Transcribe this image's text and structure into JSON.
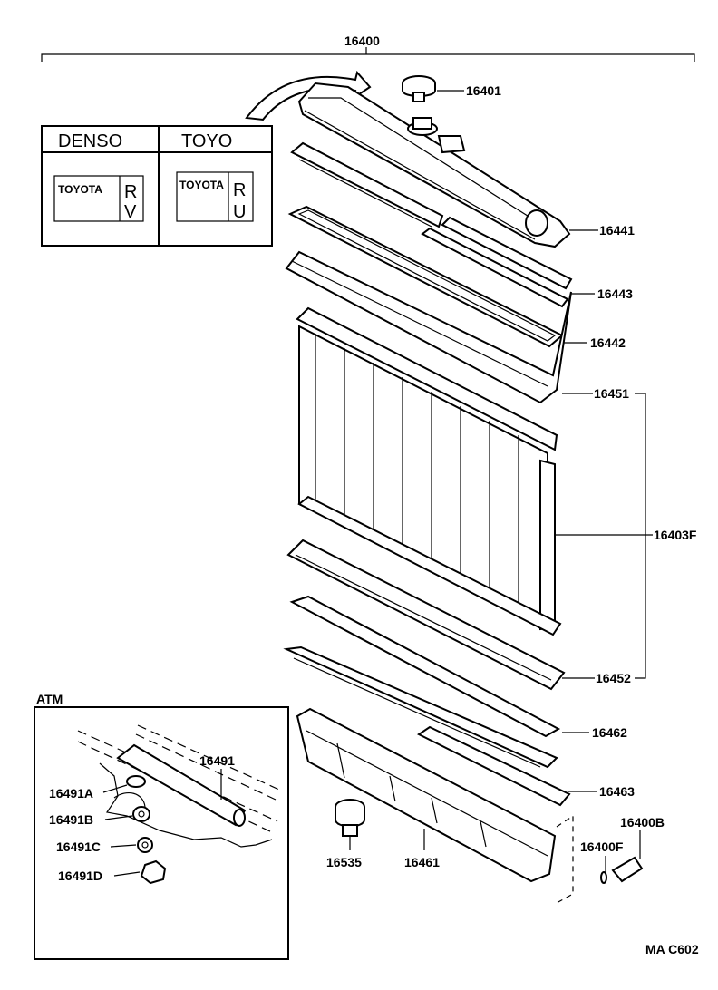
{
  "assembly_label": "16400",
  "callouts": {
    "c16401": "16401",
    "c16441": "16441",
    "c16443": "16443",
    "c16442": "16442",
    "c16451": "16451",
    "c16403F": "16403F",
    "c16452": "16452",
    "c16462": "16462",
    "c16463": "16463",
    "c16400B": "16400B",
    "c16400F": "16400F",
    "c16535": "16535",
    "c16461": "16461"
  },
  "maker_table": {
    "col1_header": "DENSO",
    "col2_header": "TOYO",
    "col1_plate_text": "TOYOTA",
    "col1_plate_code_top": "R",
    "col1_plate_code_bottom": "V",
    "col2_plate_text": "TOYOTA",
    "col2_plate_code_top": "R",
    "col2_plate_code_bottom": "U"
  },
  "atm_inset": {
    "title": "ATM",
    "c16491": "16491",
    "c16491A": "16491A",
    "c16491B": "16491B",
    "c16491C": "16491C",
    "c16491D": "16491D"
  },
  "footer_code": "MA  C602"
}
